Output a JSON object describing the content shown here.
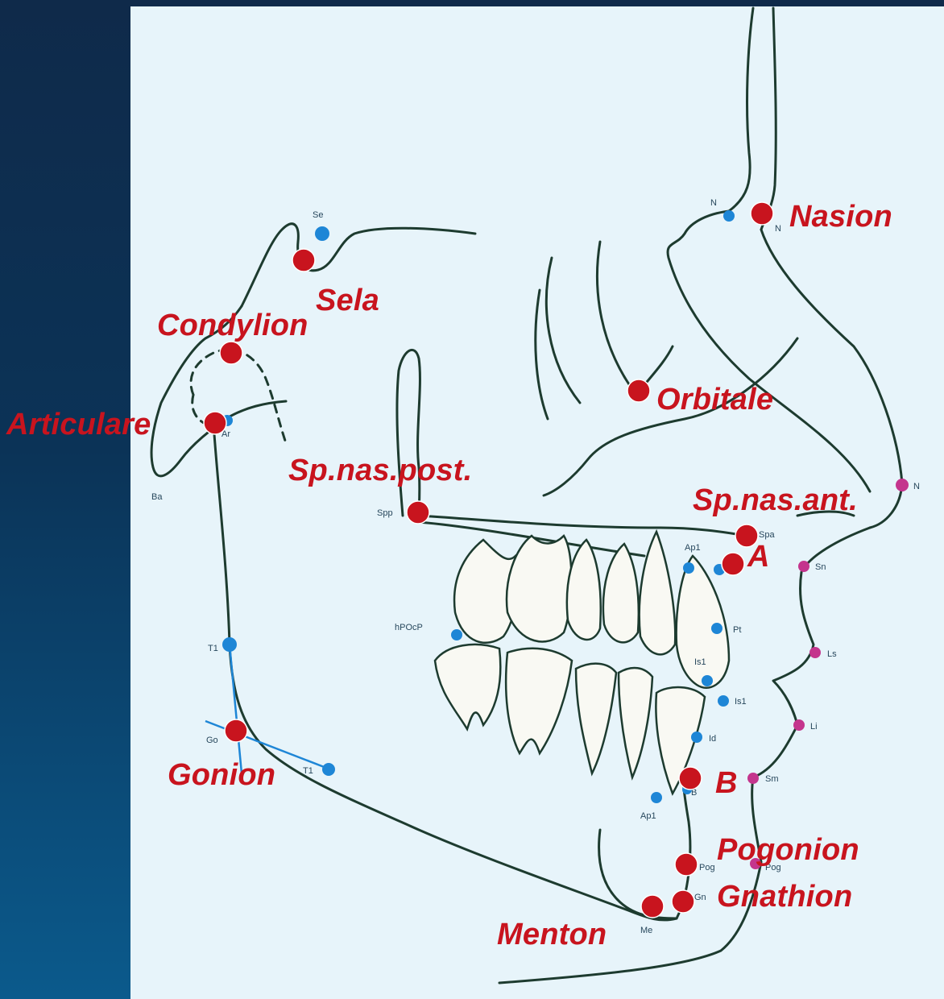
{
  "colors": {
    "background_dark": "#0f2a4a",
    "panel": "#e7f4fa",
    "outline": "#1d3b2f",
    "landmark_red": "#c8141e",
    "point_blue": "#1e86d6",
    "point_magenta": "#c4358d"
  },
  "landmarks": {
    "nasion": "Nasion",
    "sela": "Sela",
    "condylion": "Condylion",
    "articulare": "Articulare",
    "orbitale": "Orbitale",
    "sp_nas_post": "Sp.nas.post.",
    "sp_nas_ant": "Sp.nas.ant.",
    "a_point": "A",
    "gonion": "Gonion",
    "b_point": "B",
    "pogonion": "Pogonion",
    "gnathion": "Gnathion",
    "menton": "Menton"
  },
  "small_labels": {
    "se": "Se",
    "n": "N",
    "n_soft": "N",
    "ba": "Ba",
    "ar": "Ar",
    "spp": "Spp",
    "spa": "Spa",
    "ap1_upper": "Ap1",
    "hpocp": "hPOcP",
    "pt": "Pt",
    "is1_upper": "Is1",
    "is1_lower": "Is1",
    "id": "Id",
    "ap1_lower": "Ap1",
    "t1_upper": "T1",
    "t1_lower": "T1",
    "go": "Go",
    "pog": "Pog",
    "pog_soft": "Pog",
    "gn": "Gn",
    "me": "Me",
    "b_small": "B",
    "sn": "Sn",
    "ls": "Ls",
    "li": "Li",
    "sm": "Sm",
    "n_prn": "N"
  }
}
